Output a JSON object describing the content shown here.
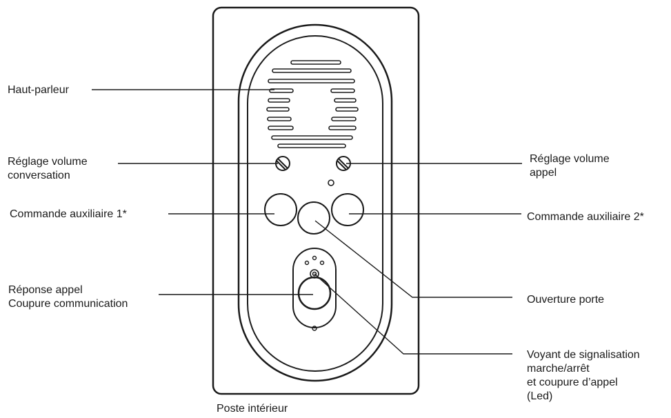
{
  "labels": {
    "haut_parleur": "Haut-parleur",
    "volume_conversation": "Réglage volume\nconversation",
    "volume_appel": "Réglage volume\nappel",
    "commande_aux_1": "Commande auxiliaire 1*",
    "commande_aux_2": "Commande auxiliaire 2*",
    "reponse_appel": "Réponse appel\nCoupure communication",
    "ouverture_porte": "Ouverture porte",
    "voyant": "Voyant de signalisation\nmarche/arrêt\net coupure d’appel\n(Led)"
  },
  "caption": "Poste intérieur",
  "colors": {
    "stroke": "#1a1a1a",
    "background": "#ffffff"
  }
}
